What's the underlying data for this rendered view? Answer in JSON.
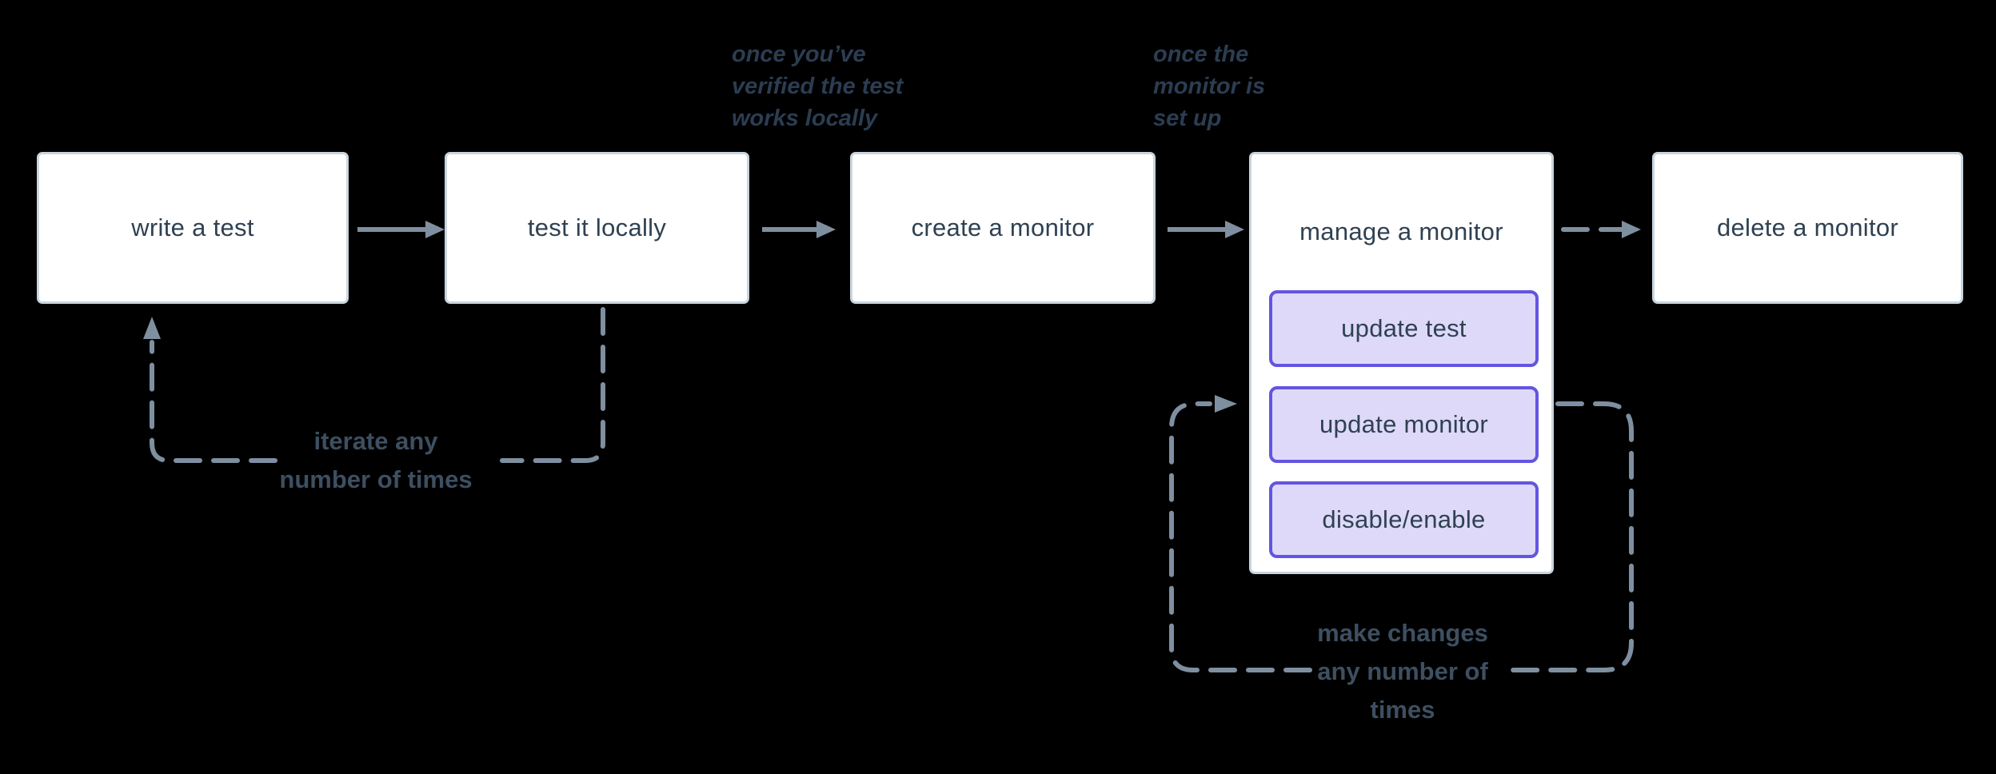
{
  "diagram": {
    "background": "#000000",
    "nodes": [
      {
        "label": "write a test"
      },
      {
        "label": "test it locally"
      },
      {
        "label": "create a monitor"
      },
      {
        "label": "manage a monitor",
        "actions": [
          "update test",
          "update monitor",
          "disable/enable"
        ]
      },
      {
        "label": "delete a monitor"
      }
    ],
    "annotations": [
      {
        "lines": [
          "once you’ve",
          "verified the test",
          "works locally"
        ]
      },
      {
        "lines": [
          "once the",
          "monitor is",
          "set up"
        ]
      }
    ],
    "loop_labels": [
      {
        "lines": [
          "iterate any",
          "number of times"
        ]
      },
      {
        "lines": [
          "make changes",
          "any number of",
          "times"
        ]
      }
    ],
    "colors": {
      "node_fill": "#ffffff",
      "node_border": "#c9d5de",
      "node_text": "#2f4152",
      "action_fill": "#ded9f9",
      "action_border": "#6355e0",
      "connector": "#7e8fa0",
      "annotation_text": "#2b3d52",
      "loop_label_text": "#3d4f61"
    }
  }
}
